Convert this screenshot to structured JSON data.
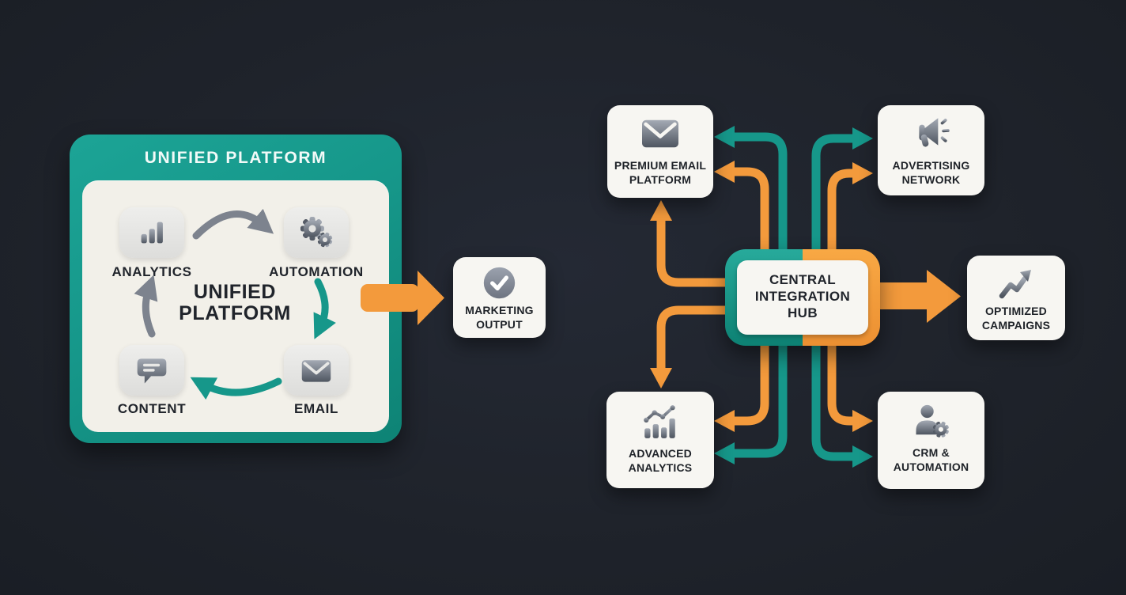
{
  "colors": {
    "background": "#1f232b",
    "teal": "#16978a",
    "orange": "#f39a3c",
    "panel_cream": "#f2f0e9",
    "card_white": "#f7f6f2",
    "icon_gray": "#6f7680",
    "text_dark": "#1e2228",
    "panel_title_text": "#f2faf8"
  },
  "left_diagram": {
    "panel_title": "UNIFIED PLATFORM",
    "center_label_line1": "UNIFIED",
    "center_label_line2": "PLATFORM",
    "nodes": {
      "analytics": {
        "label": "ANALYTICS",
        "icon": "bar-chart-icon"
      },
      "automation": {
        "label": "AUTOMATION",
        "icon": "gears-icon"
      },
      "content": {
        "label": "CONTENT",
        "icon": "chat-bubble-icon"
      },
      "email": {
        "label": "EMAIL",
        "icon": "envelope-icon"
      }
    },
    "output_card": {
      "label_line1": "MARKETING",
      "label_line2": "OUTPUT",
      "icon": "check-circle-icon"
    }
  },
  "right_diagram": {
    "hub": {
      "label_line1": "CENTRAL",
      "label_line2": "INTEGRATION",
      "label_line3": "HUB"
    },
    "satellites": {
      "premium_email": {
        "label_line1": "PREMIUM EMAIL",
        "label_line2": "PLATFORM",
        "icon": "envelope-icon"
      },
      "advertising": {
        "label_line1": "ADVERTISING",
        "label_line2": "NETWORK",
        "icon": "megaphone-icon"
      },
      "advanced_analytics": {
        "label_line1": "ADVANCED",
        "label_line2": "ANALYTICS",
        "icon": "chart-trend-icon"
      },
      "crm": {
        "label_line1": "CRM &",
        "label_line2": "AUTOMATION",
        "icon": "person-gear-icon"
      }
    },
    "output_card": {
      "label_line1": "OPTIMIZED",
      "label_line2": "CAMPAIGNS",
      "icon": "trend-up-icon"
    }
  }
}
